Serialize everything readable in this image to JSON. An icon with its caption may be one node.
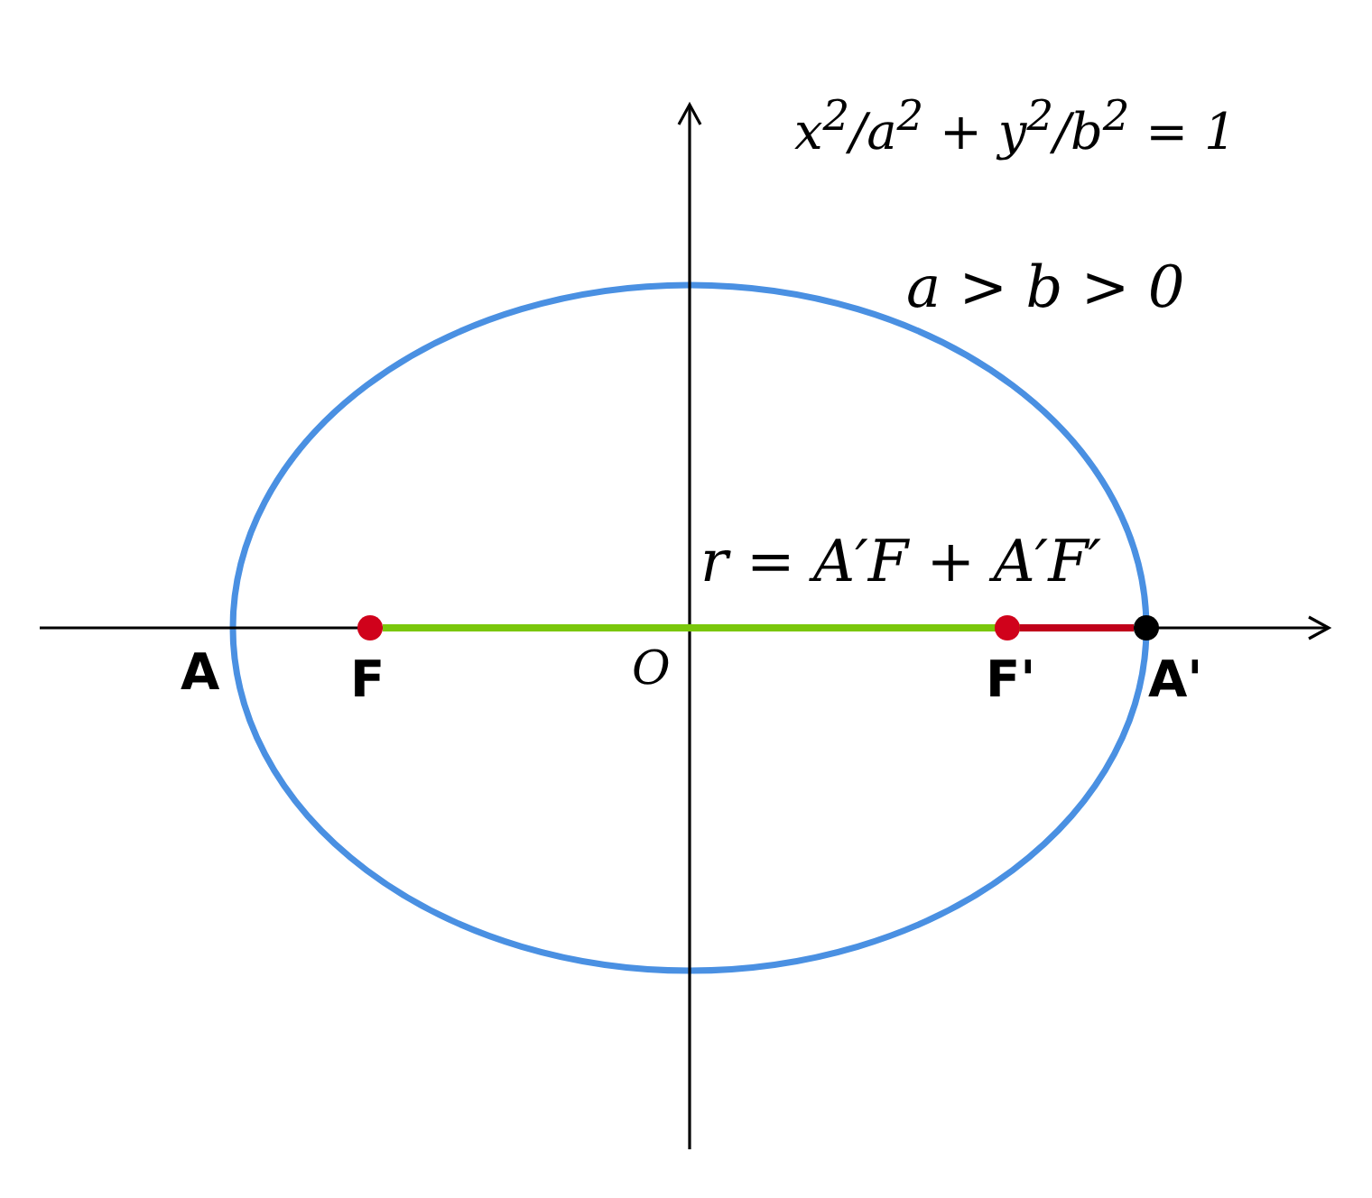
{
  "diagram": {
    "nodes": [
      {
        "text": [],
        "shape": "circle",
        "beside": [
          "F"
        ]
      },
      {
        "text": [],
        "shape": "circle",
        "beside": [
          "F'"
        ]
      },
      {
        "text": [],
        "shape": "circle",
        "beside": [
          "A'"
        ]
      }
    ],
    "edges": [
      {
        "from": 0,
        "to": 2,
        "arrow": "none",
        "color": "#7ac70c"
      },
      {
        "from": 1,
        "to": 2,
        "arrow": "none",
        "color": "#c0001a"
      }
    ],
    "labels": [
      "x$^{2}$/a$^{2}$ + y$^{2}$/b$^{2}$ = 1",
      "a > b > 0",
      "r = A′F + A′F′",
      "A",
      "O"
    ]
  }
}
